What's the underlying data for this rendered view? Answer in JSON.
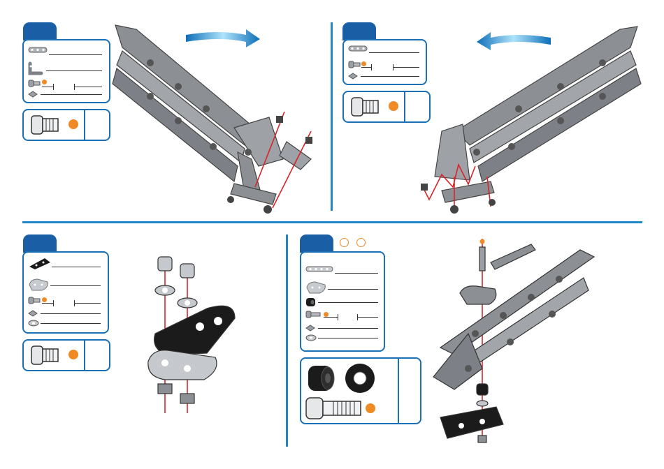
{
  "colors": {
    "accent_blue": "#1a6fb5",
    "step_tab": "#1a5fa6",
    "divider": "#1e88c8",
    "marker_orange": "#f08a24",
    "guide_red": "#d9242b",
    "metal_grey": "#8c8f94",
    "plate_black": "#1b1b1b"
  },
  "panels": [
    {
      "name": "top-left",
      "rotation": "clockwise-arrow",
      "parts_count": 3,
      "screw_marker": "orange-dot"
    },
    {
      "name": "top-right",
      "rotation": "counterclockwise-arrow",
      "parts_count": 3,
      "screw_marker": "orange-dot"
    },
    {
      "name": "bottom-left",
      "parts_count": 5,
      "screw_marker": "orange-dot"
    },
    {
      "name": "bottom-right",
      "parts_count": 6,
      "screw_marker": "orange-dot",
      "header_markers": 2
    }
  ],
  "icons": [
    "rotation-arrow-icon",
    "screw-icon",
    "nut-icon",
    "strip-icon",
    "bracket-icon",
    "spacer-icon",
    "washer-icon",
    "plate-icon"
  ]
}
